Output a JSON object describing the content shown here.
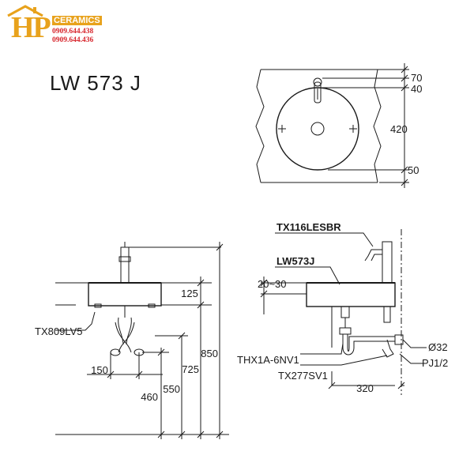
{
  "logo": {
    "letters": "HP",
    "brand": "CERAMICS",
    "phone_1": "0909.644.438",
    "phone_2": "0909.644.436",
    "colors": {
      "orange": "#e8a21c",
      "red": "#d7262d"
    }
  },
  "model_title": "LW 573 J",
  "top_view": {
    "dims": [
      "70",
      "40",
      "420",
      "50"
    ]
  },
  "front_view": {
    "labels": {
      "drain": "TX809LV5"
    },
    "dims": [
      "125",
      "150",
      "460",
      "550",
      "725",
      "850"
    ]
  },
  "side_view": {
    "labels": {
      "faucet": "TX116LESBR",
      "basin": "LW573J",
      "trap": "THX1A-6NV1",
      "valve": "TX277SV1",
      "pipe_diameter": "Ø32",
      "thread": "PJ1/2"
    },
    "dims": [
      "20~30",
      "320"
    ]
  }
}
